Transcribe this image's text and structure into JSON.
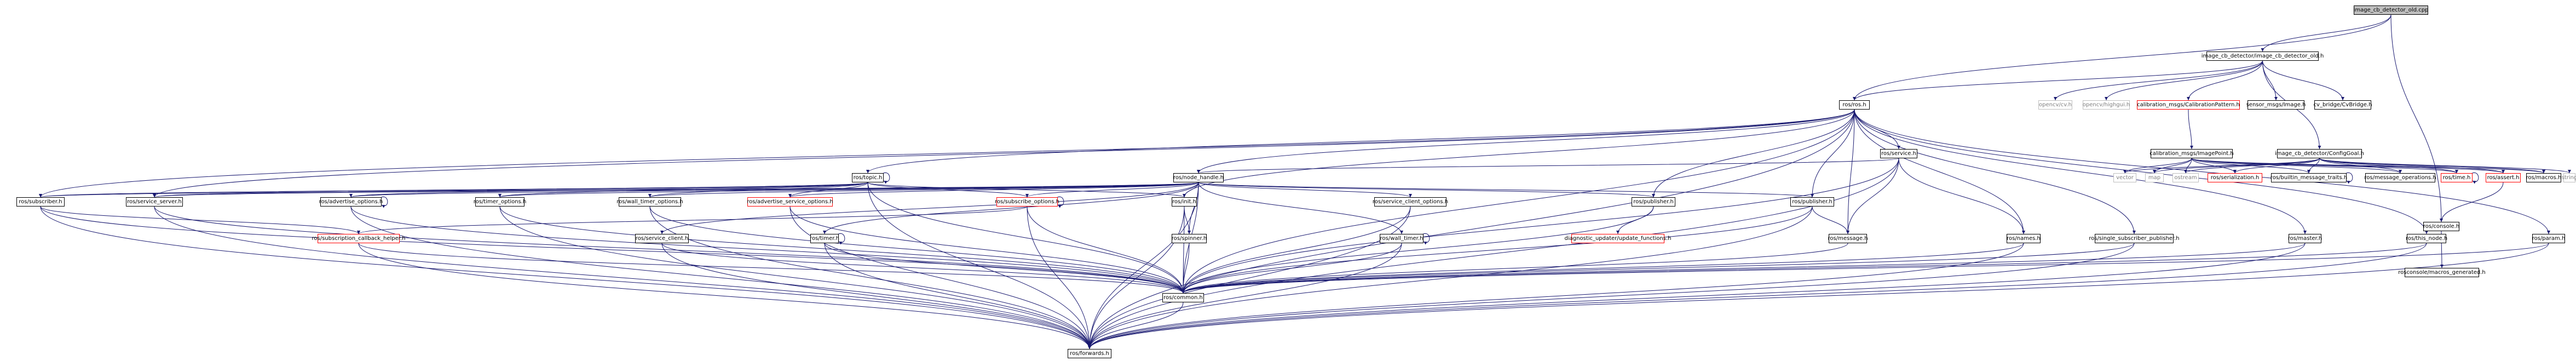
{
  "graph": {
    "title": "image_cb_detector_old.cpp",
    "colors": {
      "edge": "#191970",
      "node_border": "#000000",
      "external_border": "#bfbfbf",
      "linked_red_border": "#ff0000",
      "root_fill": "#bfbfbf"
    },
    "nodes": [
      {
        "id": "root",
        "label": "image_cb_detector_old.cpp",
        "kind": "root"
      },
      {
        "id": "hdr_old",
        "label": "image_cb_detector/image_cb_detector_old.h",
        "kind": "normal"
      },
      {
        "id": "ros_h",
        "label": "ros/ros.h",
        "kind": "normal"
      },
      {
        "id": "opencv",
        "label": "opencv/cv.h",
        "kind": "external"
      },
      {
        "id": "highgui",
        "label": "opencv/highgui.h",
        "kind": "external"
      },
      {
        "id": "calib_pattern",
        "label": "calibration_msgs/CalibrationPattern.h",
        "kind": "red"
      },
      {
        "id": "sensor_image",
        "label": "sensor_msgs/Image.h",
        "kind": "normal"
      },
      {
        "id": "cvbridge",
        "label": "cv_bridge/CvBridge.h",
        "kind": "normal"
      },
      {
        "id": "img_point",
        "label": "calibration_msgs/ImagePoint.h",
        "kind": "normal"
      },
      {
        "id": "config_goal",
        "label": "image_cb_detector/ConfigGoal.h",
        "kind": "normal"
      },
      {
        "id": "vector",
        "label": "vector",
        "kind": "external"
      },
      {
        "id": "map",
        "label": "map",
        "kind": "external"
      },
      {
        "id": "ostream",
        "label": "ostream",
        "kind": "external"
      },
      {
        "id": "serialization",
        "label": "ros/serialization.h",
        "kind": "red"
      },
      {
        "id": "builtin_traits",
        "label": "ros/builtin_message_traits.h",
        "kind": "normal"
      },
      {
        "id": "msg_ops",
        "label": "ros/message_operations.h",
        "kind": "normal"
      },
      {
        "id": "time",
        "label": "ros/time.h",
        "kind": "red"
      },
      {
        "id": "assert",
        "label": "ros/assert.h",
        "kind": "red"
      },
      {
        "id": "macros",
        "label": "ros/macros.h",
        "kind": "normal"
      },
      {
        "id": "string",
        "label": "string",
        "kind": "external"
      },
      {
        "id": "console",
        "label": "ros/console.h",
        "kind": "normal"
      },
      {
        "id": "console_macros",
        "label": "rosconsole/macros_generated.h",
        "kind": "normal"
      },
      {
        "id": "service",
        "label": "ros/service.h",
        "kind": "normal"
      },
      {
        "id": "topic",
        "label": "ros/topic.h",
        "kind": "normal"
      },
      {
        "id": "node_handle",
        "label": "ros/node_handle.h",
        "kind": "normal"
      },
      {
        "id": "subscriber",
        "label": "ros/subscriber.h",
        "kind": "normal"
      },
      {
        "id": "service_server",
        "label": "ros/service_server.h",
        "kind": "normal"
      },
      {
        "id": "advertise_opts",
        "label": "ros/advertise_options.h",
        "kind": "normal"
      },
      {
        "id": "timer_opts",
        "label": "ros/timer_options.h",
        "kind": "normal"
      },
      {
        "id": "wall_timer_opts",
        "label": "ros/wall_timer_options.h",
        "kind": "normal"
      },
      {
        "id": "adv_service_opts",
        "label": "ros/advertise_service_options.h",
        "kind": "red"
      },
      {
        "id": "subscribe_opts",
        "label": "ros/subscribe_options.h",
        "kind": "red"
      },
      {
        "id": "init",
        "label": "ros/init.h",
        "kind": "normal"
      },
      {
        "id": "service_client_opts",
        "label": "ros/service_client_options.h",
        "kind": "normal"
      },
      {
        "id": "publisher1",
        "label": "ros/publisher.h",
        "kind": "normal"
      },
      {
        "id": "publisher2",
        "label": "ros/publisher.h",
        "kind": "normal"
      },
      {
        "id": "sub_cb_helper",
        "label": "ros/subscription_callback_helper.h",
        "kind": "red"
      },
      {
        "id": "service_client",
        "label": "ros/service_client.h",
        "kind": "normal"
      },
      {
        "id": "timer",
        "label": "ros/timer.h",
        "kind": "normal"
      },
      {
        "id": "spinner",
        "label": "ros/spinner.h",
        "kind": "normal"
      },
      {
        "id": "wall_timer",
        "label": "ros/wall_timer.h",
        "kind": "normal"
      },
      {
        "id": "diag_updater",
        "label": "diagnostic_updater/update_functions.h",
        "kind": "red"
      },
      {
        "id": "message",
        "label": "ros/message.h",
        "kind": "normal"
      },
      {
        "id": "names",
        "label": "ros/names.h",
        "kind": "normal"
      },
      {
        "id": "single_sub_pub",
        "label": "ros/single_subscriber_publisher.h",
        "kind": "normal"
      },
      {
        "id": "master",
        "label": "ros/master.h",
        "kind": "normal"
      },
      {
        "id": "this_node",
        "label": "ros/this_node.h",
        "kind": "normal"
      },
      {
        "id": "param",
        "label": "ros/param.h",
        "kind": "normal"
      },
      {
        "id": "common",
        "label": "ros/common.h",
        "kind": "normal"
      },
      {
        "id": "forwards",
        "label": "ros/forwards.h",
        "kind": "normal"
      }
    ],
    "edges": [
      [
        "root",
        "hdr_old"
      ],
      [
        "root",
        "ros_h"
      ],
      [
        "root",
        "console"
      ],
      [
        "hdr_old",
        "ros_h"
      ],
      [
        "hdr_old",
        "opencv"
      ],
      [
        "hdr_old",
        "highgui"
      ],
      [
        "hdr_old",
        "calib_pattern"
      ],
      [
        "hdr_old",
        "sensor_image"
      ],
      [
        "hdr_old",
        "cvbridge"
      ],
      [
        "hdr_old",
        "config_goal"
      ],
      [
        "calib_pattern",
        "img_point"
      ],
      [
        "img_point",
        "vector"
      ],
      [
        "img_point",
        "map"
      ],
      [
        "img_point",
        "ostream"
      ],
      [
        "img_point",
        "serialization"
      ],
      [
        "img_point",
        "builtin_traits"
      ],
      [
        "img_point",
        "msg_ops"
      ],
      [
        "img_point",
        "time"
      ],
      [
        "img_point",
        "assert"
      ],
      [
        "img_point",
        "macros"
      ],
      [
        "config_goal",
        "string"
      ],
      [
        "config_goal",
        "vector"
      ],
      [
        "config_goal",
        "map"
      ],
      [
        "config_goal",
        "ostream"
      ],
      [
        "config_goal",
        "serialization"
      ],
      [
        "config_goal",
        "builtin_traits"
      ],
      [
        "config_goal",
        "msg_ops"
      ],
      [
        "config_goal",
        "time"
      ],
      [
        "config_goal",
        "assert"
      ],
      [
        "config_goal",
        "macros"
      ],
      [
        "builtin_traits",
        "builtin_traits"
      ],
      [
        "time",
        "time"
      ],
      [
        "assert",
        "console"
      ],
      [
        "console",
        "console_macros"
      ],
      [
        "ros_h",
        "service"
      ],
      [
        "ros_h",
        "topic"
      ],
      [
        "ros_h",
        "node_handle"
      ],
      [
        "ros_h",
        "init"
      ],
      [
        "ros_h",
        "publisher1"
      ],
      [
        "ros_h",
        "publisher2"
      ],
      [
        "ros_h",
        "names"
      ],
      [
        "ros_h",
        "single_sub_pub"
      ],
      [
        "ros_h",
        "master"
      ],
      [
        "ros_h",
        "this_node"
      ],
      [
        "ros_h",
        "param"
      ],
      [
        "ros_h",
        "common"
      ],
      [
        "ros_h",
        "forwards"
      ],
      [
        "ros_h",
        "subscriber"
      ],
      [
        "ros_h",
        "service_server"
      ],
      [
        "ros_h",
        "message"
      ],
      [
        "service",
        "node_handle"
      ],
      [
        "service",
        "names"
      ],
      [
        "service",
        "message"
      ],
      [
        "service",
        "common"
      ],
      [
        "service",
        "forwards"
      ],
      [
        "topic",
        "topic"
      ],
      [
        "topic",
        "subscriber"
      ],
      [
        "topic",
        "service_server"
      ],
      [
        "topic",
        "advertise_opts"
      ],
      [
        "topic",
        "timer_opts"
      ],
      [
        "topic",
        "wall_timer_opts"
      ],
      [
        "topic",
        "adv_service_opts"
      ],
      [
        "topic",
        "subscribe_opts"
      ],
      [
        "topic",
        "init"
      ],
      [
        "topic",
        "common"
      ],
      [
        "topic",
        "forwards"
      ],
      [
        "node_handle",
        "subscriber"
      ],
      [
        "node_handle",
        "service_server"
      ],
      [
        "node_handle",
        "advertise_opts"
      ],
      [
        "node_handle",
        "timer_opts"
      ],
      [
        "node_handle",
        "wall_timer_opts"
      ],
      [
        "node_handle",
        "adv_service_opts"
      ],
      [
        "node_handle",
        "subscribe_opts"
      ],
      [
        "node_handle",
        "init"
      ],
      [
        "node_handle",
        "service_client_opts"
      ],
      [
        "node_handle",
        "publisher1"
      ],
      [
        "node_handle",
        "publisher2"
      ],
      [
        "node_handle",
        "service_client"
      ],
      [
        "node_handle",
        "timer"
      ],
      [
        "node_handle",
        "spinner"
      ],
      [
        "node_handle",
        "wall_timer"
      ],
      [
        "node_handle",
        "forwards"
      ],
      [
        "node_handle",
        "common"
      ],
      [
        "subscriber",
        "common"
      ],
      [
        "subscriber",
        "forwards"
      ],
      [
        "subscriber",
        "sub_cb_helper"
      ],
      [
        "service_server",
        "common"
      ],
      [
        "service_server",
        "forwards"
      ],
      [
        "advertise_opts",
        "advertise_opts"
      ],
      [
        "advertise_opts",
        "common"
      ],
      [
        "advertise_opts",
        "forwards"
      ],
      [
        "timer_opts",
        "common"
      ],
      [
        "timer_opts",
        "forwards"
      ],
      [
        "wall_timer_opts",
        "common"
      ],
      [
        "wall_timer_opts",
        "forwards"
      ],
      [
        "adv_service_opts",
        "common"
      ],
      [
        "adv_service_opts",
        "forwards"
      ],
      [
        "subscribe_opts",
        "subscribe_opts"
      ],
      [
        "subscribe_opts",
        "common"
      ],
      [
        "subscribe_opts",
        "sub_cb_helper"
      ],
      [
        "subscribe_opts",
        "forwards"
      ],
      [
        "init",
        "spinner"
      ],
      [
        "init",
        "common"
      ],
      [
        "init",
        "forwards"
      ],
      [
        "service_client_opts",
        "common"
      ],
      [
        "service_client_opts",
        "forwards"
      ],
      [
        "publisher1",
        "diag_updater"
      ],
      [
        "publisher1",
        "common"
      ],
      [
        "publisher2",
        "message"
      ],
      [
        "publisher2",
        "common"
      ],
      [
        "publisher2",
        "forwards"
      ],
      [
        "sub_cb_helper",
        "common"
      ],
      [
        "sub_cb_helper",
        "forwards"
      ],
      [
        "service_client",
        "common"
      ],
      [
        "service_client",
        "forwards"
      ],
      [
        "timer",
        "timer"
      ],
      [
        "timer",
        "common"
      ],
      [
        "timer",
        "forwards"
      ],
      [
        "spinner",
        "common"
      ],
      [
        "wall_timer",
        "wall_timer"
      ],
      [
        "wall_timer",
        "common"
      ],
      [
        "wall_timer",
        "forwards"
      ],
      [
        "message",
        "common"
      ],
      [
        "names",
        "common"
      ],
      [
        "names",
        "forwards"
      ],
      [
        "single_sub_pub",
        "common"
      ],
      [
        "single_sub_pub",
        "forwards"
      ],
      [
        "master",
        "common"
      ],
      [
        "master",
        "forwards"
      ],
      [
        "this_node",
        "common"
      ],
      [
        "this_node",
        "forwards"
      ],
      [
        "param",
        "common"
      ],
      [
        "param",
        "forwards"
      ],
      [
        "common",
        "forwards"
      ]
    ]
  }
}
